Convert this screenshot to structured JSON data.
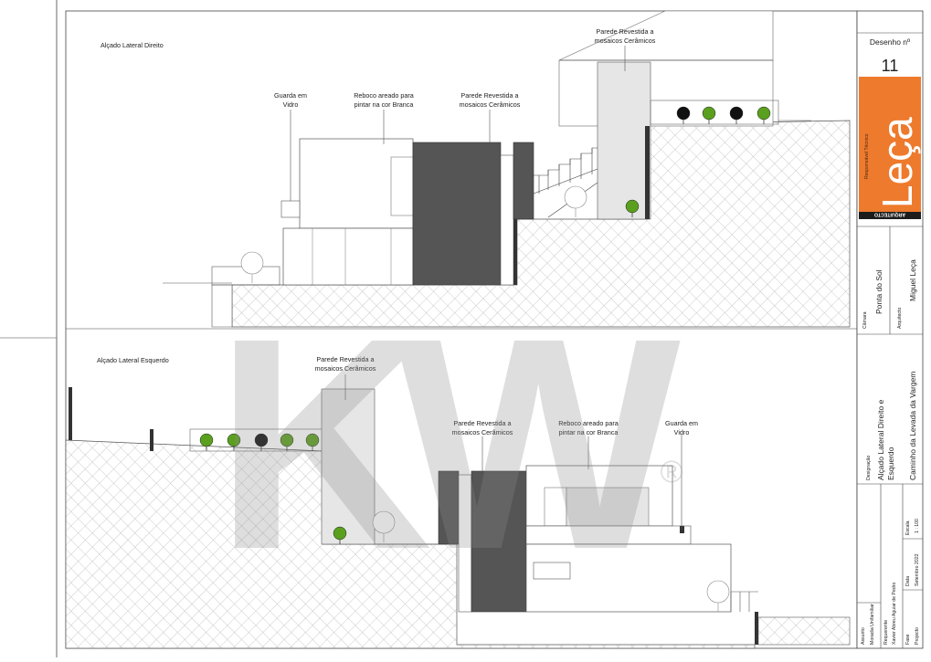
{
  "sheet": {
    "top": {
      "view_title": "Alçado Lateral Direito",
      "guarda_line1": "Guarda em",
      "guarda_line2": "Vidro",
      "reboco_line1": "Reboco areado para",
      "reboco_line2": "pintar na cor Branca",
      "parede_a_line1": "Parede Revestida a",
      "parede_a_line2": "mosaicos Cerâmicos",
      "parede_b_line1": "Parede Revestida a",
      "parede_b_line2": "mosaicos Cerâmicos"
    },
    "bottom": {
      "view_title": "Alçado Lateral Esquerdo",
      "parede_a_line1": "Parede Revestida a",
      "parede_a_line2": "mosaicos Cerâmicos",
      "parede_b_line1": "Parede Revestida a",
      "parede_b_line2": "mosaicos Cerâmicos",
      "reboco_line1": "Reboco areado para",
      "reboco_line2": "pintar na cor Branca",
      "guarda_line1": "Guarda em",
      "guarda_line2": "Vidro"
    }
  },
  "title_block": {
    "drawing_label": "Desenho nº",
    "drawing_number": "11",
    "logo_text": "Leça",
    "responsible_label": "Responsável Técnico",
    "brand_strip": "ARQUITECTO",
    "camara_label": "Câmara",
    "camara_value": "Ponta do Sol",
    "arquitecto_label": "Arquitecto",
    "arquitecto_value": "Miguel Leça",
    "designacao_label": "Designação",
    "designacao_line1": "Alçado Lateral Direito e",
    "designacao_line2": "Esquerdo",
    "local_value": "Caminho da Levada da Vargem",
    "escala_label": "Escala",
    "escala_value": "1 : 100",
    "data_label": "Data",
    "data_value": "Setembro 2022",
    "fase_label": "Fase",
    "fase_value": "Projecto",
    "requerente_label": "Requerente",
    "requerente_value": "Xavier Abreu Aguiar de Pedro",
    "assunto_label": "Assunto",
    "assunto_value": "Moradia Unifamiliar"
  },
  "watermark": {
    "text": "KW",
    "registered_mark": "®"
  },
  "colors": {
    "accent_orange": "#ee7a2d",
    "tile_dark": "#555555",
    "glass_grey": "#e6e6e6",
    "tree_green": "#5aa01e",
    "line": "#333333"
  }
}
